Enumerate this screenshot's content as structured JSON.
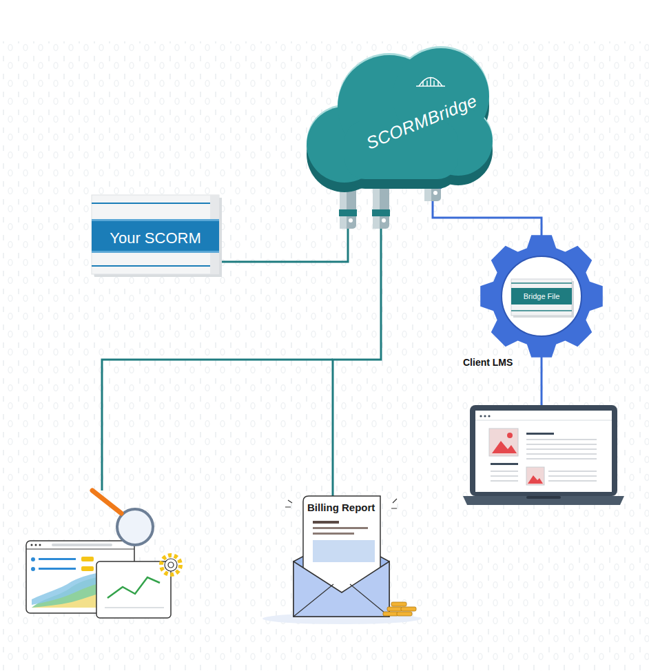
{
  "diagram": {
    "nodes": [
      {
        "text": [
          "SCORMBridge"
        ]
      },
      {
        "text": [
          "Your SCORM"
        ]
      },
      {
        "text": [
          "Client LMS"
        ]
      },
      {
        "text": [
          "Bridge File"
        ],
        "in": 2
      },
      {
        "text": [
          "Billing Report"
        ]
      }
    ],
    "edges": [
      {
        "from": 1,
        "to": 0,
        "arrow": "none"
      },
      {
        "from": 0,
        "to": 2,
        "arrow": "none"
      },
      {
        "from": 0,
        "to": 4,
        "arrow": "none"
      }
    ]
  }
}
